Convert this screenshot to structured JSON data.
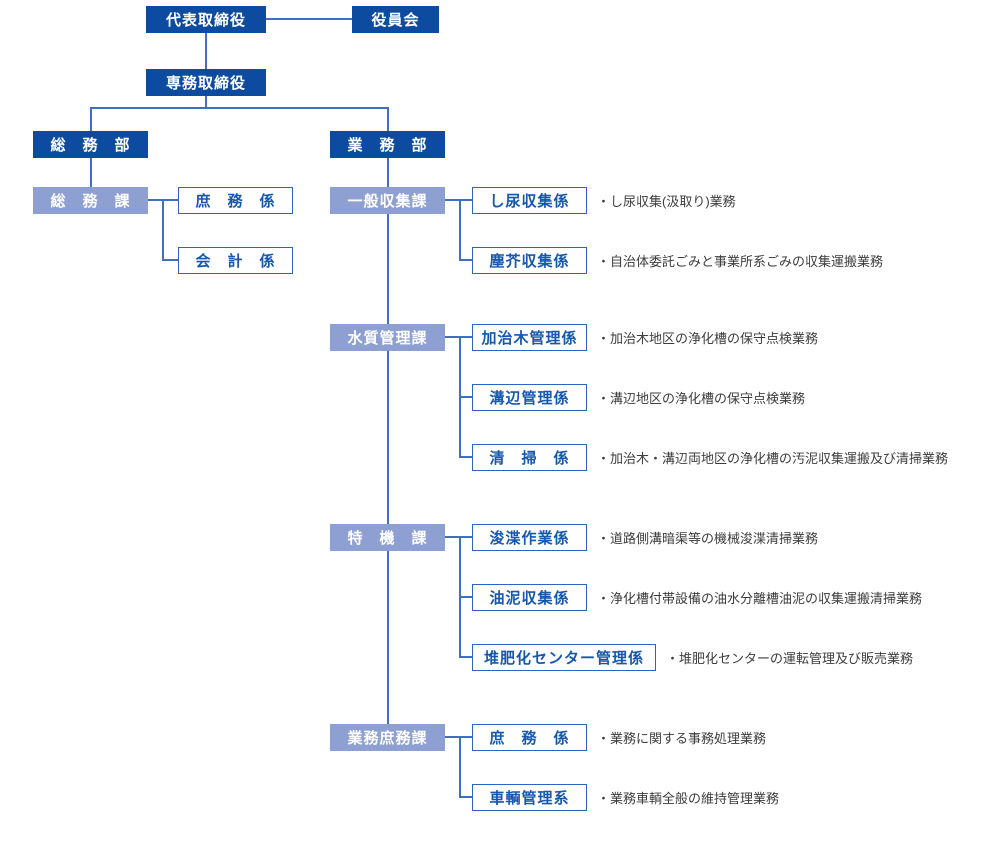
{
  "org": {
    "top": {
      "president": "代表取締役",
      "board": "役員会",
      "managing_director": "専務取締役"
    },
    "departments": {
      "general_affairs": "総　務　部",
      "operations": "業　務　部"
    },
    "sections": {
      "general_affairs": "総　務　課",
      "general_collection": "一般収集課",
      "water_quality": "水質管理課",
      "special_equipment": "特　機　課",
      "operations_admin": "業務庶務課"
    },
    "units": [
      {
        "label": "庶　務　係",
        "desc": ""
      },
      {
        "label": "会　計　係",
        "desc": ""
      },
      {
        "label": "し尿収集係",
        "desc": "・し尿収集(汲取り)業務"
      },
      {
        "label": "塵芥収集係",
        "desc": "・自治体委託ごみと事業所系ごみの収集運搬業務"
      },
      {
        "label": "加治木管理係",
        "desc": "・加治木地区の浄化槽の保守点検業務"
      },
      {
        "label": "溝辺管理係",
        "desc": "・溝辺地区の浄化槽の保守点検業務"
      },
      {
        "label": "清　掃　係",
        "desc": "・加治木・溝辺両地区の浄化槽の汚泥収集運搬及び清掃業務"
      },
      {
        "label": "浚渫作業係",
        "desc": "・道路側溝暗渠等の機械浚渫清掃業務"
      },
      {
        "label": "油泥収集係",
        "desc": "・浄化槽付帯設備の油水分離槽油泥の収集運搬清掃業務"
      },
      {
        "label": "堆肥化センター管理係",
        "desc": "・堆肥化センターの運転管理及び販売業務"
      },
      {
        "label": "庶　務　係",
        "desc": "・業務に関する事務処理業務"
      },
      {
        "label": "車輌管理系",
        "desc": "・業務車輌全般の維持管理業務"
      }
    ],
    "colors": {
      "dark_blue": "#0d4ba0",
      "light_blue": "#8e9fd2",
      "line_blue": "#3f6fc0",
      "unit_border": "#2e63c0",
      "unit_text": "#1558ad",
      "desc_text": "#3c3c3c"
    }
  }
}
